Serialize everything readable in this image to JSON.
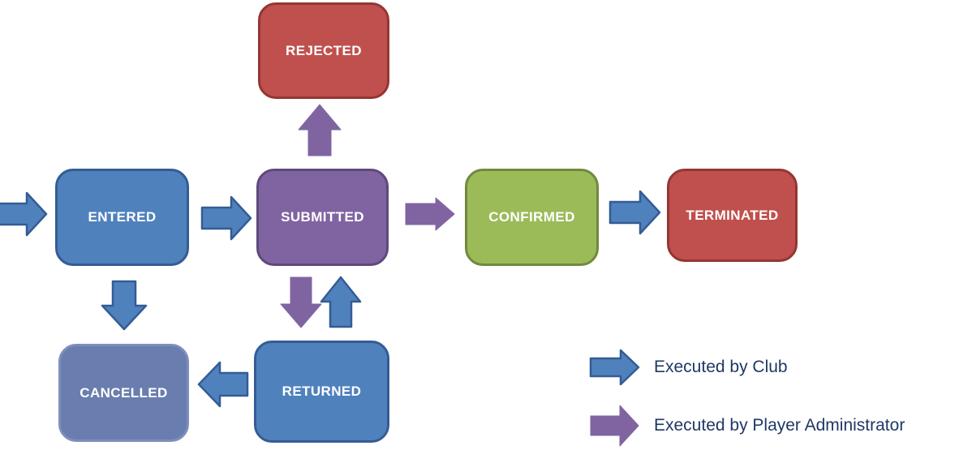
{
  "colors": {
    "blue-fill": "#4F81BD",
    "blue-border": "#345C94",
    "purple-fill": "#8064A2",
    "purple-border": "#5F497A",
    "red-fill": "#C0504D",
    "red-border": "#943634",
    "green-fill": "#9BBB59",
    "green-border": "#71893F",
    "slate-fill": "#697DAE",
    "slate-border": "#7E8EBC",
    "legend-text": "#1F3864"
  },
  "nodes": {
    "entered": {
      "label": "ENTERED",
      "color": "blue"
    },
    "submitted": {
      "label": "SUBMITTED",
      "color": "purple"
    },
    "confirmed": {
      "label": "CONFIRMED",
      "color": "green"
    },
    "terminated": {
      "label": "TERMINATED",
      "color": "red"
    },
    "rejected": {
      "label": "REJECTED",
      "color": "red"
    },
    "cancelled": {
      "label": "CANCELLED",
      "color": "slate"
    },
    "returned": {
      "label": "RETURNED",
      "color": "blue"
    }
  },
  "transitions": [
    {
      "from": "start",
      "to": "entered",
      "executor": "club"
    },
    {
      "from": "entered",
      "to": "submitted",
      "executor": "club"
    },
    {
      "from": "submitted",
      "to": "rejected",
      "executor": "player-administrator"
    },
    {
      "from": "submitted",
      "to": "confirmed",
      "executor": "player-administrator"
    },
    {
      "from": "confirmed",
      "to": "terminated",
      "executor": "club"
    },
    {
      "from": "entered",
      "to": "cancelled",
      "executor": "club"
    },
    {
      "from": "submitted",
      "to": "returned",
      "executor": "player-administrator"
    },
    {
      "from": "returned",
      "to": "submitted",
      "executor": "club"
    },
    {
      "from": "returned",
      "to": "cancelled",
      "executor": "club"
    }
  ],
  "legend": {
    "club": {
      "label": "Executed by Club"
    },
    "admin": {
      "label": "Executed by Player Administrator"
    }
  }
}
